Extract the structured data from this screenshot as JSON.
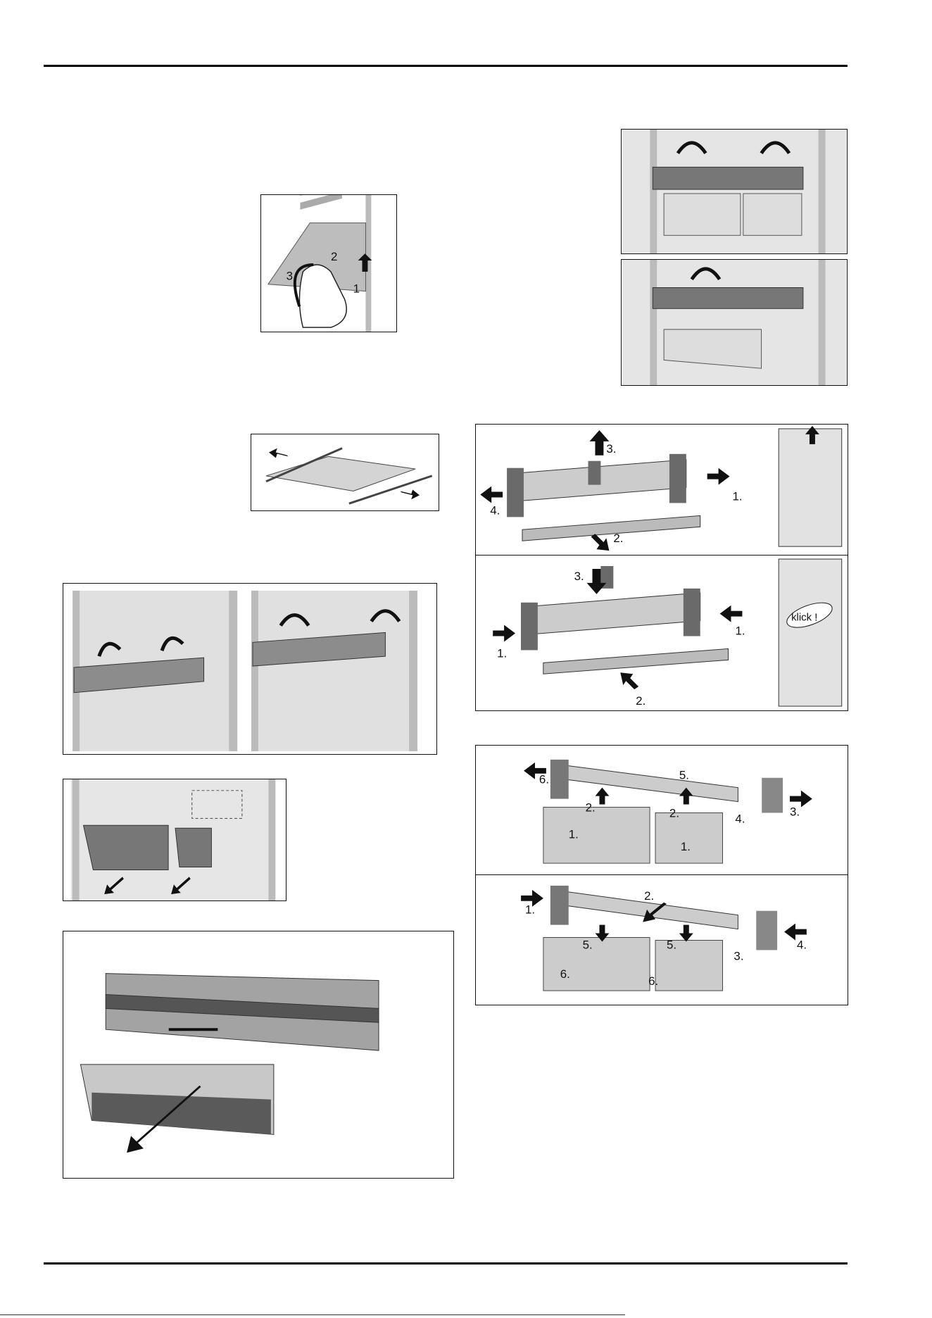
{
  "figures": {
    "shelf_removal": {
      "steps": [
        "1",
        "2",
        "3"
      ]
    },
    "bracket_top": {
      "steps": [
        "3.",
        "4.",
        "1.",
        "2."
      ]
    },
    "bracket_bottom": {
      "steps": [
        "3.",
        "1.",
        "1.",
        "2."
      ],
      "click_label": "klick !"
    },
    "drawer_remove": {
      "steps": [
        "6.",
        "5.",
        "2.",
        "2.",
        "4.",
        "3.",
        "1.",
        "1."
      ]
    },
    "drawer_install": {
      "steps": [
        "1.",
        "2.",
        "5.",
        "5.",
        "3.",
        "4.",
        "6.",
        "6."
      ]
    }
  },
  "colors": {
    "ink": "#111111",
    "panel_gray": "#d9d9d9",
    "part_gray": "#8c8c8c",
    "dark_gray": "#5a5a5a"
  },
  "icons": [
    "hand-icon",
    "arrow-icon",
    "curved-arrow-icon",
    "drawer-icon",
    "shelf-icon",
    "bracket-icon"
  ]
}
